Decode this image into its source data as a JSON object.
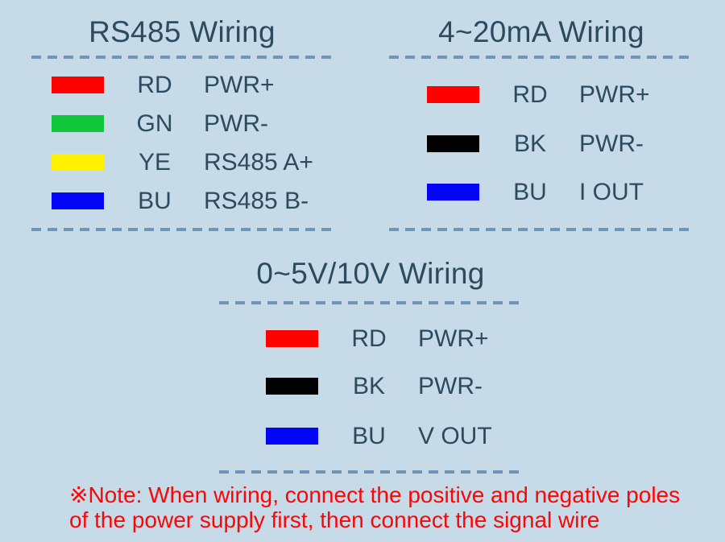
{
  "palette": {
    "background": "#c7dae8",
    "text": "#2c4b5e",
    "dash_line": "#6e96b4",
    "note_red": "#f90707"
  },
  "sections": [
    {
      "title": "RS485 Wiring",
      "rows": [
        {
          "color_name": "red",
          "hex": "#ff0000",
          "code": "RD",
          "signal": "PWR+"
        },
        {
          "color_name": "green",
          "hex": "#10c73c",
          "code": "GN",
          "signal": "PWR-"
        },
        {
          "color_name": "yellow",
          "hex": "#fff100",
          "code": "YE",
          "signal": "RS485 A+"
        },
        {
          "color_name": "blue",
          "hex": "#0404f8",
          "code": "BU",
          "signal": "RS485 B-"
        }
      ]
    },
    {
      "title": "4~20mA Wiring",
      "rows": [
        {
          "color_name": "red",
          "hex": "#ff0000",
          "code": "RD",
          "signal": "PWR+"
        },
        {
          "color_name": "black",
          "hex": "#000000",
          "code": "BK",
          "signal": "PWR-"
        },
        {
          "color_name": "blue",
          "hex": "#0404f8",
          "code": "BU",
          "signal": "I OUT"
        }
      ]
    },
    {
      "title": "0~5V/10V Wiring",
      "rows": [
        {
          "color_name": "red",
          "hex": "#ff0000",
          "code": "RD",
          "signal": "PWR+"
        },
        {
          "color_name": "black",
          "hex": "#000000",
          "code": "BK",
          "signal": "PWR-"
        },
        {
          "color_name": "blue",
          "hex": "#0404f8",
          "code": "BU",
          "signal": "V OUT"
        }
      ]
    }
  ],
  "note": {
    "lines": [
      "※Note: When wiring, connect the positive and negative poles",
      "of the power supply first, then connect the signal wire"
    ]
  }
}
